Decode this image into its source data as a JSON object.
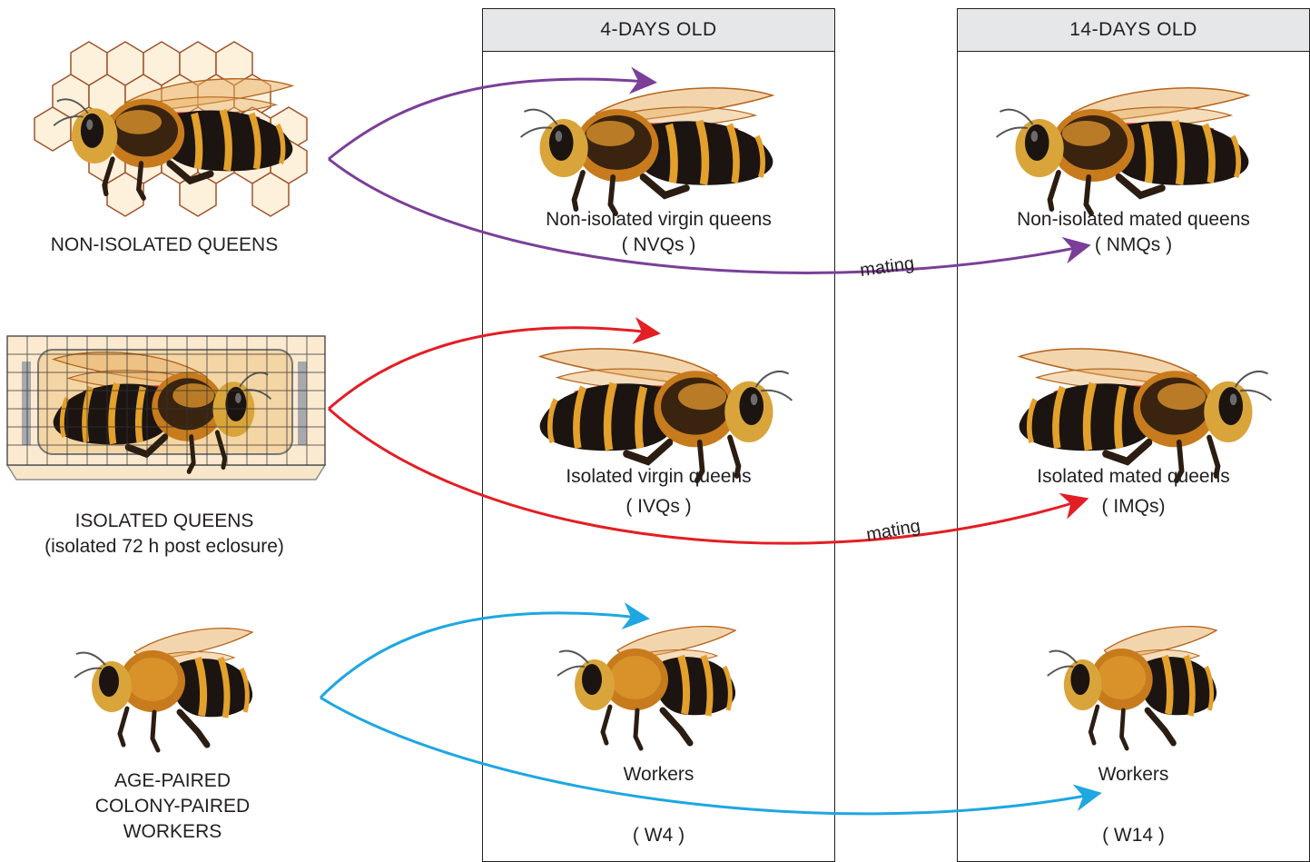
{
  "columns": [
    {
      "header": "4-DAYS OLD"
    },
    {
      "header": "14-DAYS OLD"
    }
  ],
  "left_groups": {
    "non_isolated": {
      "label": "NON-ISOLATED QUEENS"
    },
    "isolated": {
      "label": "ISOLATED QUEENS",
      "sublabel": "(isolated 72 h post eclosure)"
    },
    "workers": {
      "line1": "AGE-PAIRED",
      "line2": "COLONY-PAIRED",
      "line3": "WORKERS"
    }
  },
  "day4": {
    "nvq": {
      "name": "Non-isolated virgin queens",
      "code": "( NVQs )"
    },
    "ivq": {
      "name": "Isolated virgin queens",
      "code": "( IVQs )"
    },
    "w": {
      "name": "Workers",
      "code": "( W4 )"
    }
  },
  "day14": {
    "nmq": {
      "name": "Non-isolated mated queens",
      "code": "( NMQs )"
    },
    "imq": {
      "name": "Isolated mated queens",
      "code": "( IMQs)"
    },
    "w": {
      "name": "Workers",
      "code": "( W14 )"
    }
  },
  "arrows": {
    "mating_label_1": "mating",
    "mating_label_2": "mating"
  },
  "colors": {
    "non_isolated_arrow": "#7b3f98",
    "isolated_arrow": "#e31e24",
    "workers_arrow": "#1ea7e1",
    "header_fill": "#e6e7e8"
  },
  "icons": [
    "honeycomb-icon",
    "queen-cage-icon",
    "queen-bee-icon",
    "worker-bee-icon"
  ]
}
